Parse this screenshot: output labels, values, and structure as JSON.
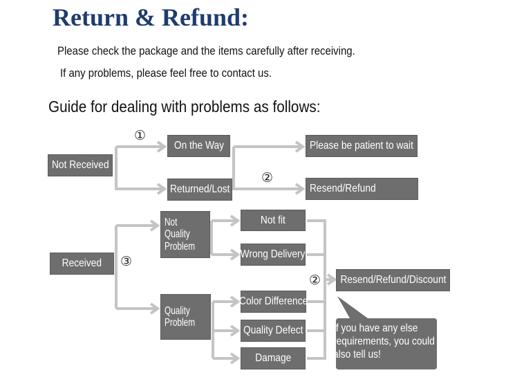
{
  "title": "Return & Refund:",
  "intro": {
    "line1": "Please check the package and the items carefully after receiving.",
    "line2": "If any problems, please feel free to contact us."
  },
  "guide": "Guide for dealing with problems as follows:",
  "markers": {
    "one": "①",
    "two": "②",
    "three": "③"
  },
  "nodes": {
    "not_received": "Not Received",
    "on_the_way": "On the Way",
    "returned_lost": "Returned/Lost",
    "be_patient": "Please be patient to wait",
    "resend_refund": "Resend/Refund",
    "received": "Received",
    "not_quality_problem": [
      "Not",
      "Quality",
      "Problem"
    ],
    "quality_problem": [
      "Quality",
      "Problem"
    ],
    "not_fit": "Not fit",
    "wrong_delivery": "Wrong Delivery",
    "color_difference": "Color Difference",
    "quality_defect": "Quality Defect",
    "damage": "Damage",
    "resend_refund_discount": "Resend/Refund/Discount"
  },
  "bubble": [
    "If you have any else",
    "requirements, you could",
    "also tell us!"
  ],
  "colors": {
    "title": "#1f3c6e",
    "box": "#6e6e6e",
    "connector": "#c4c4c4"
  }
}
